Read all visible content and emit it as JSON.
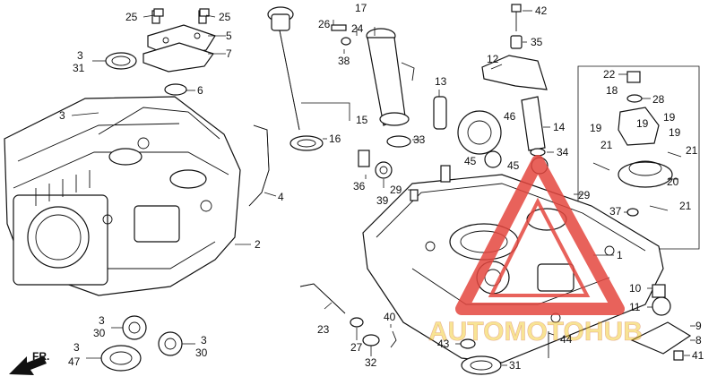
{
  "labels": {
    "l1": "1",
    "l2": "2",
    "l3a": "3",
    "l3b": "3",
    "l3c": "3",
    "l3d": "3",
    "l3e": "3",
    "l4": "4",
    "l5": "5",
    "l6": "6",
    "l7": "7",
    "l8": "8",
    "l9": "9",
    "l10": "10",
    "l11": "11",
    "l12": "12",
    "l13": "13",
    "l14": "14",
    "l15": "15",
    "l16": "16",
    "l17": "17",
    "l18": "18",
    "l19a": "19",
    "l19b": "19",
    "l19c": "19",
    "l19d": "19",
    "l20": "20",
    "l21a": "21",
    "l21b": "21",
    "l21c": "21",
    "l22": "22",
    "l23": "23",
    "l24": "24",
    "l25a": "25",
    "l25b": "25",
    "l26": "26",
    "l27": "27",
    "l28": "28",
    "l29a": "29",
    "l29b": "29",
    "l30a": "30",
    "l30b": "30",
    "l31a": "31",
    "l31b": "31",
    "l32": "32",
    "l33": "33",
    "l34": "34",
    "l35": "35",
    "l36": "36",
    "l37": "37",
    "l38": "38",
    "l39": "39",
    "l40": "40",
    "l41": "41",
    "l42": "42",
    "l43": "43",
    "l44": "44",
    "l45a": "45",
    "l45b": "45",
    "l46": "46",
    "l47": "47"
  },
  "direction_label": "FR.",
  "watermark": {
    "text": "AUTOMOTOHUB",
    "color": "#e4473f",
    "accent": "#f0c419"
  }
}
